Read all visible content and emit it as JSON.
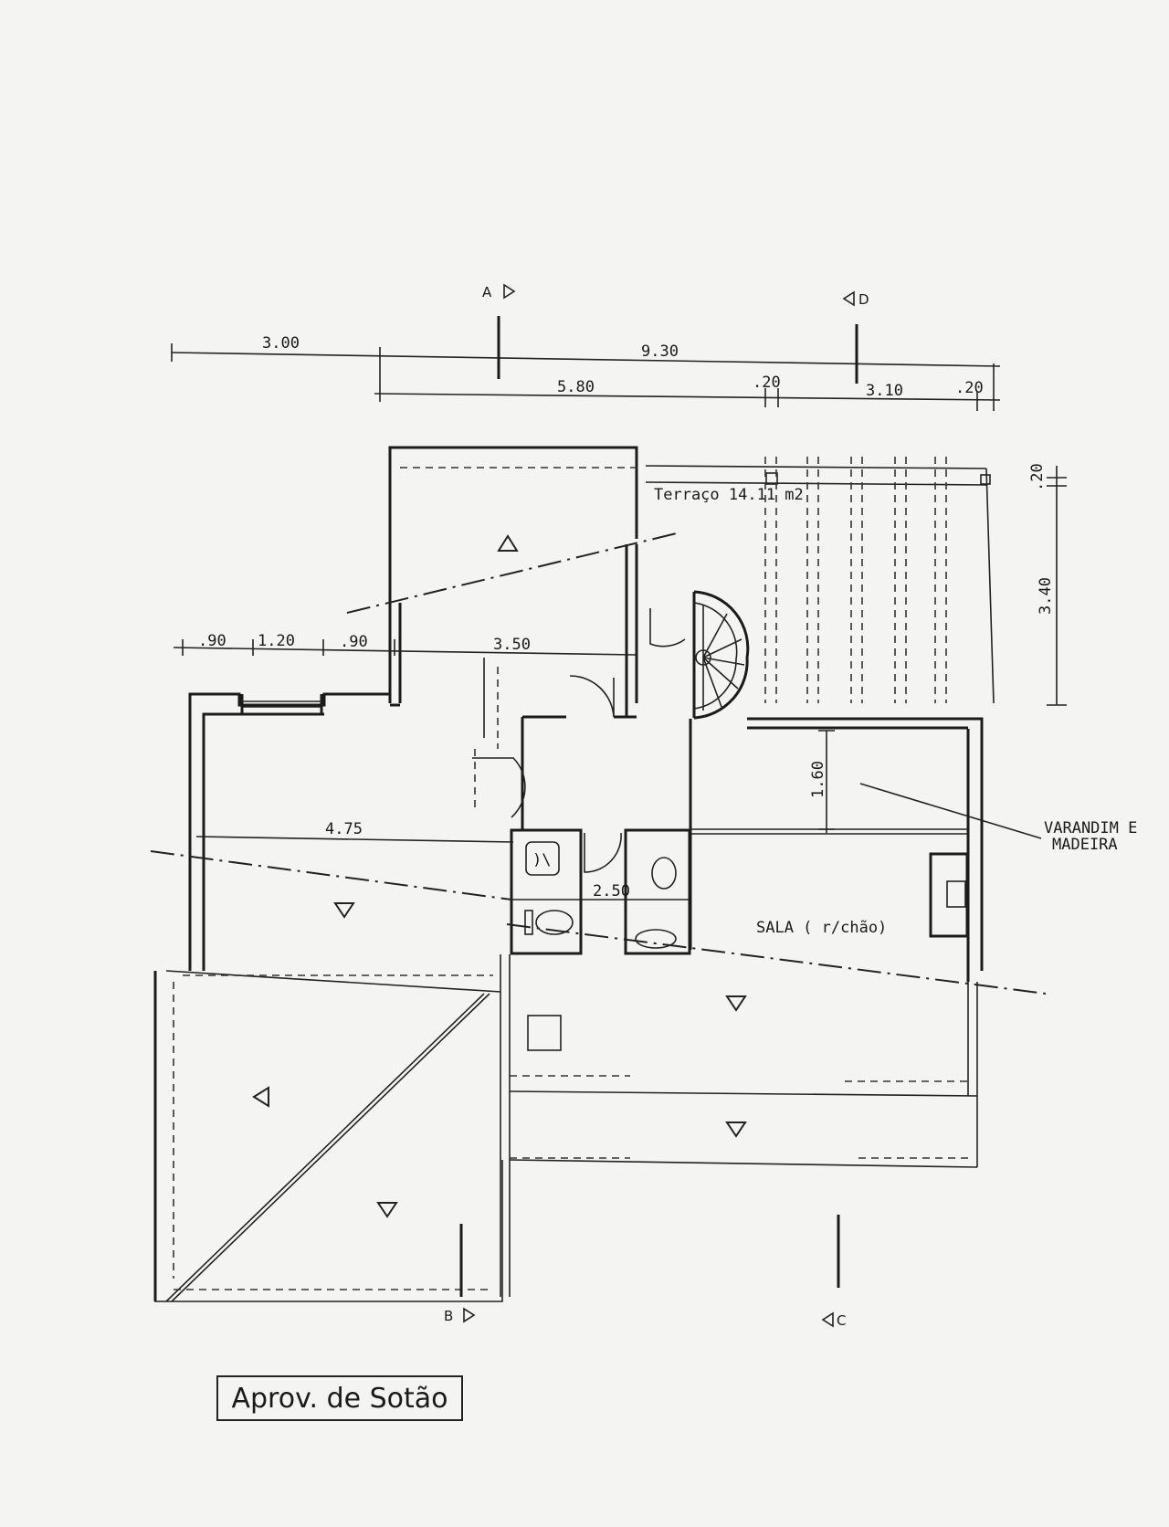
{
  "drawing": {
    "title": "Aprov. de Sotão",
    "section_marks": {
      "a": "A",
      "b": "B",
      "c": "C",
      "d": "D"
    },
    "dimensions": {
      "top_left": "3.00",
      "top_total": "9.30",
      "top_mid": "5.80",
      "top_gap1": ".20",
      "top_right": "3.10",
      "top_gap2": ".20",
      "side_small": ".20",
      "side_terrace": "3.40",
      "left_a": ".90",
      "left_b": "1.20",
      "left_c": ".90",
      "room_width": "3.50",
      "room_left": "4.75",
      "varandim_depth": "1.60",
      "bath_width": "2.50"
    },
    "labels": {
      "terrace": "Terraço 14.11 m2",
      "varandim_1": "VARANDIM  E",
      "varandim_2": "MADEIRA",
      "sala": "SALA ( r/chão)"
    }
  }
}
